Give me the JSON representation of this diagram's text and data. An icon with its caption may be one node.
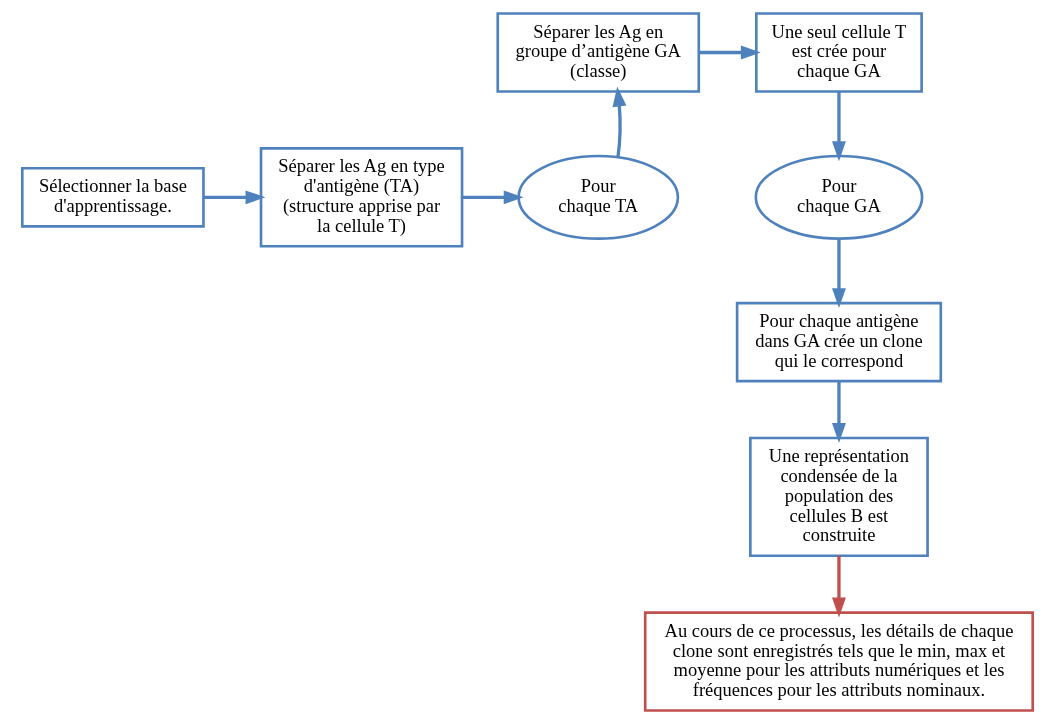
{
  "diagram": {
    "nodes": [
      {
        "text": [
          "Sélectionner la base d'apprentissage."
        ]
      },
      {
        "text": [
          "Séparer les Ag en type d'antigène (TA) (structure apprise par la cellule T)"
        ]
      },
      {
        "text": [
          "Pour chaque TA"
        ]
      },
      {
        "text": [
          "Séparer les Ag en groupe d’antigène GA (classe)"
        ]
      },
      {
        "text": [
          "Une seul cellule T est crée pour chaque GA"
        ]
      },
      {
        "text": [
          "Pour chaque GA"
        ]
      },
      {
        "text": [
          "Pour chaque antigène dans GA crée un clone qui le correspond"
        ]
      },
      {
        "text": [
          "Une représentation condensée de la population des cellules B est construite"
        ]
      },
      {
        "text": [
          "Au cours de ce processus, les détails de chaque clone sont enregistrés tels que le min, max et moyenne pour les attributs numériques et les fréquences pour les attributs nominaux."
        ]
      }
    ],
    "edges": [
      {
        "from": 0,
        "to": 1,
        "arrow": "to"
      },
      {
        "from": 1,
        "to": 2,
        "arrow": "to"
      },
      {
        "from": 2,
        "to": 3,
        "arrow": "to"
      },
      {
        "from": 3,
        "to": 4,
        "arrow": "to"
      },
      {
        "from": 4,
        "to": 5,
        "arrow": "to"
      },
      {
        "from": 5,
        "to": 6,
        "arrow": "to"
      },
      {
        "from": 6,
        "to": 7,
        "arrow": "to"
      },
      {
        "from": 7,
        "to": 8,
        "arrow": "to",
        "color": "#c0504d"
      }
    ]
  }
}
